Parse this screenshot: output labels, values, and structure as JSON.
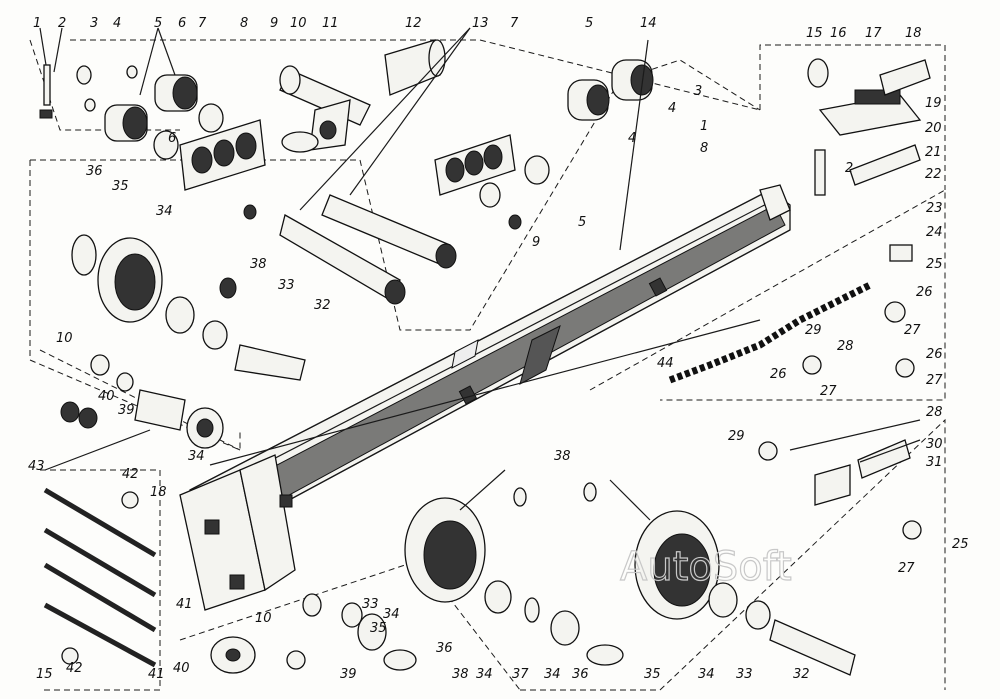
{
  "watermark": "AutoSoft",
  "callouts": {
    "c1a": "1",
    "c2": "2",
    "c3a": "3",
    "c4a": "4",
    "c5a": "5",
    "c6a": "6",
    "c7a": "7",
    "c6b": "6",
    "c8": "8",
    "c9a": "9",
    "c10a": "10",
    "c11": "11",
    "c12": "12",
    "c13": "13",
    "c7b": "7",
    "c5b": "5",
    "c14": "14",
    "c15a": "15",
    "c16": "16",
    "c17": "17",
    "c18a": "18",
    "c19": "19",
    "c20": "20",
    "c21": "21",
    "c22": "22",
    "c3b": "3",
    "c4b": "4",
    "c4c": "4",
    "c1b": "1",
    "c8b": "8",
    "c2b": "2",
    "c9b": "9",
    "c5c": "5",
    "c36a": "36",
    "c35a": "35",
    "c34a": "34",
    "c38a": "38",
    "c33a": "33",
    "c32a": "32",
    "c10b": "10",
    "c40a": "40",
    "c39a": "39",
    "c34b": "34",
    "c43": "43",
    "c23": "23",
    "c24": "24",
    "c25a": "25",
    "c26a": "26",
    "c27a": "27",
    "c29a": "29",
    "c28a": "28",
    "c44": "44",
    "c26b": "26",
    "c27b": "27",
    "c26c": "26",
    "c27c": "27",
    "c29b": "29",
    "c28b": "28",
    "c30": "30",
    "c31": "31",
    "c25b": "25",
    "c27d": "27",
    "c42a": "42",
    "c18b": "18",
    "c41a": "41",
    "c15b": "15",
    "c42b": "42",
    "c41b": "41",
    "c40b": "40",
    "c10c": "10",
    "c39b": "39",
    "c33b": "33",
    "c34c": "34",
    "c35b": "35",
    "c36b": "36",
    "c38b": "38",
    "c34d": "34",
    "c37": "37",
    "c34e": "34",
    "c36c": "36",
    "c38c": "38",
    "c35c": "35",
    "c34f": "34",
    "c33c": "33",
    "c32b": "32"
  }
}
